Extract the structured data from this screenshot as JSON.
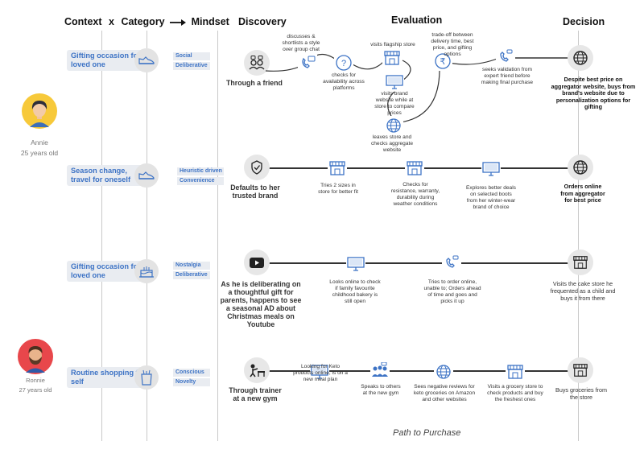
{
  "header": {
    "context": "Context",
    "x": "x",
    "category": "Category",
    "mindset": "Mindset",
    "discovery": "Discovery",
    "evaluation": "Evaluation",
    "decision": "Decision"
  },
  "personas": [
    {
      "name": "Annie",
      "age": "25 years old"
    },
    {
      "name": "Ronnie",
      "age": "27 years old"
    }
  ],
  "rows": [
    {
      "context": "Gifting occasion for loved one",
      "category_icon": "shoe-icon",
      "mindset": [
        "Social",
        "Deliberative"
      ],
      "discovery_icon": "people-chat-icon",
      "discovery": "Through a friend",
      "steps": [
        {
          "icon": "chat-phone-icon",
          "text": "discusses & shortlists a style over group chat"
        },
        {
          "icon": "question-icon",
          "text": "checks for availability across platforms"
        },
        {
          "icon": "store-icon",
          "text": "visits flagship store"
        },
        {
          "icon": "monitor-icon",
          "text": "visits brand website while at store to compare prices"
        },
        {
          "icon": "globe-icon",
          "text": "leaves store and checks aggregate website"
        },
        {
          "icon": "rupee-icon",
          "text": "trade-off between delivery time, best price, and gifting options"
        },
        {
          "icon": "phone-icon",
          "text": "seeks validation from expert friend before making final purchase"
        }
      ],
      "decision_icon": "globe-icon",
      "decision": "Despite best price on aggregator website, buys from brand's website due to personalization options for gifting"
    },
    {
      "context": "Season change, travel for oneself",
      "category_icon": "shoe-icon",
      "mindset": [
        "Heuristic driven",
        "Convenience"
      ],
      "discovery_icon": "trust-badge-icon",
      "discovery": "Defaults to her trusted brand",
      "steps": [
        {
          "icon": "store-icon",
          "text": "Tries 2 sizes in store for better fit"
        },
        {
          "icon": "store-icon",
          "text": "Checks for resistance, warranty, durability during weather conditions"
        },
        {
          "icon": "monitor-icon",
          "text": "Explores better deals on selected boots from her winter-wear brand of choice"
        }
      ],
      "decision_icon": "globe-icon",
      "decision": "Orders online from aggregator for best price"
    },
    {
      "context": "Gifting occasion for loved one",
      "category_icon": "cake-icon",
      "mindset": [
        "Nostalgia",
        "Deliberative"
      ],
      "discovery_icon": "youtube-icon",
      "discovery": "As he is deliberating on a thoughtful gift for parents, happens to see a seasonal AD about Christmas meals on Youtube",
      "steps": [
        {
          "icon": "monitor-icon",
          "text": "Looks online to check if family favourite childhood bakery is still open"
        },
        {
          "icon": "phone-icon",
          "text": "Tries to order online, unable to; Orders ahead of time and goes and picks it up"
        }
      ],
      "decision_icon": "store-icon",
      "decision": "Visits the cake store he frequented as a child and buys it from there"
    },
    {
      "context": "Routine shopping for self",
      "category_icon": "grocery-icon",
      "mindset": [
        "Conscious",
        "Novelty"
      ],
      "discovery_icon": "trainer-icon",
      "discovery": "Through trainer at a new gym",
      "steps": [
        {
          "icon": "monitor-icon",
          "text": "Looking for Keto products online, is on a new meal plan"
        },
        {
          "icon": "people-icon",
          "text": "Speaks to others at the new gym"
        },
        {
          "icon": "globe-icon",
          "text": "Sees negative reviews for keto groceries on Amazon and other websites"
        },
        {
          "icon": "store-icon",
          "text": "Visits a grocery store to check products and buy the freshest ones"
        }
      ],
      "decision_icon": "store-icon",
      "decision": "Buys groceries from the store"
    }
  ],
  "footer": "Path to Purchase",
  "colors": {
    "accent": "#3d73c5",
    "line": "#333333",
    "tag_bg": "#e9ecf1"
  }
}
